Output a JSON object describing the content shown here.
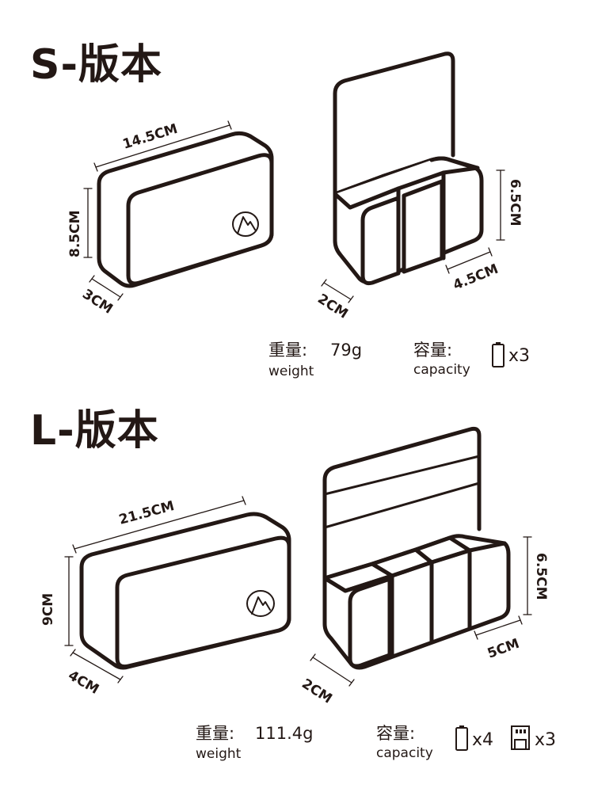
{
  "s_version": {
    "title": "S-版本",
    "dims": {
      "length": "14.5CM",
      "height": "8.5CM",
      "depth": "3CM",
      "slot_height": "6.5CM",
      "slot_width": "4.5CM",
      "slot_depth": "2CM"
    },
    "weight_label": "重量:",
    "weight_value": "79g",
    "weight_sub": "weight",
    "capacity_label": "容量:",
    "capacity_sub": "capacity",
    "battery_icon": "battery-icon",
    "battery_count": "x3"
  },
  "l_version": {
    "title": "L-版本",
    "dims": {
      "length": "21.5CM",
      "height": "9CM",
      "depth": "4CM",
      "slot_height": "6.5CM",
      "slot_width": "5CM",
      "slot_depth": "2CM"
    },
    "weight_label": "重量:",
    "weight_value": "111.4g",
    "weight_sub": "weight",
    "capacity_label": "容量:",
    "capacity_sub": "capacity",
    "battery_icon": "battery-icon",
    "battery_count": "x4",
    "sd_card_icon": "sd-card-icon",
    "sd_card_count": "x3"
  },
  "colors": {
    "ink": "#231815",
    "background": "#ffffff"
  }
}
